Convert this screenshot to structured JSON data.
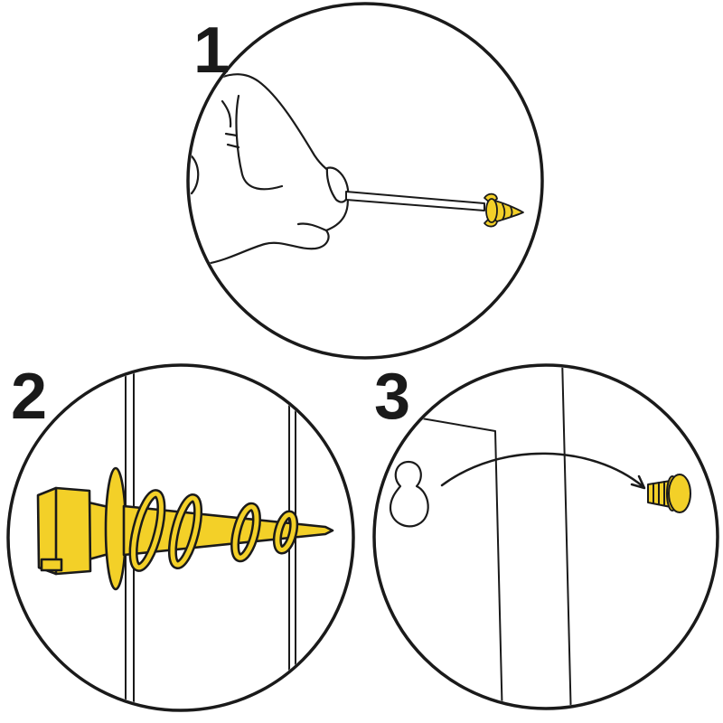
{
  "steps": [
    {
      "number": "1"
    },
    {
      "number": "2"
    },
    {
      "number": "3"
    }
  ],
  "colors": {
    "anchor": "#f3d028",
    "outline": "#1a1a1a",
    "background": "#ffffff"
  }
}
